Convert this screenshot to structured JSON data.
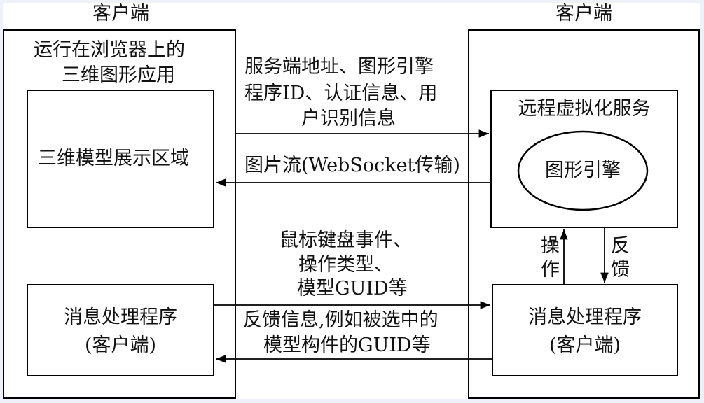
{
  "left_panel": {
    "header": "客户端",
    "title_lines": [
      "运行在浏览器上的",
      "三维图形应用"
    ],
    "display_box": "三维模型展示区域",
    "handler_lines": [
      "消息处理程序",
      "(客户端)"
    ]
  },
  "right_panel": {
    "header": "客户端",
    "service_box": "远程虚拟化服务",
    "engine": "图形引擎",
    "handler_lines": [
      "消息处理程序",
      "(客户端)"
    ],
    "operate_label": [
      "操",
      "作"
    ],
    "feedback_label": [
      "反",
      "馈"
    ]
  },
  "arrows": {
    "request_lines": [
      "服务端地址、图形引擎",
      "程序ID、认证信息、用",
      "户识别信息"
    ],
    "image_stream": "图片流(WebSocket传输)",
    "events_lines": [
      "鼠标键盘事件、",
      "操作类型、",
      "模型GUID等"
    ],
    "feedback_lines": [
      "反馈信息,例如被选中的",
      "模型构件的GUID等"
    ]
  }
}
